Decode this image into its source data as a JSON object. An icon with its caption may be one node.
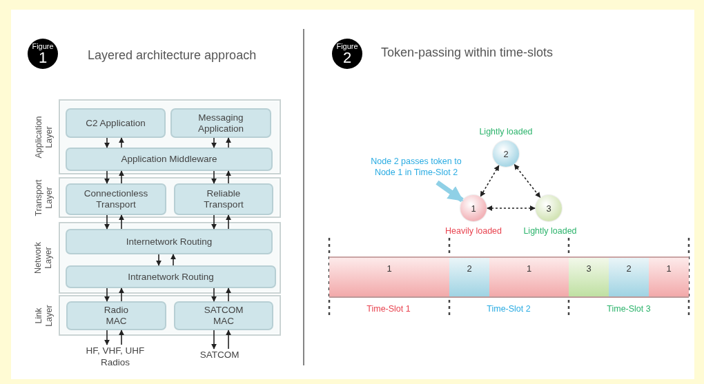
{
  "diagram": {
    "nodes": [
      {
        "text": [
          "Figure",
          "1"
        ],
        "beside": [
          "Layered architecture approach"
        ]
      },
      {
        "text": [
          "Application Layer"
        ]
      },
      {
        "text": [
          "C2 Application"
        ],
        "in": 1
      },
      {
        "text": [
          "Messaging Application"
        ],
        "in": 1
      },
      {
        "text": [
          "Application Middleware"
        ],
        "in": 1
      },
      {
        "text": [
          "Transport Layer"
        ]
      },
      {
        "text": [
          "Connectionless Transport"
        ],
        "in": 5
      },
      {
        "text": [
          "Reliable Transport"
        ],
        "in": 5
      },
      {
        "text": [
          "Network Layer"
        ]
      },
      {
        "text": [
          "Internetwork Routing"
        ],
        "in": 8
      },
      {
        "text": [
          "Intranetwork Routing"
        ],
        "in": 8
      },
      {
        "text": [
          "Link Layer"
        ]
      },
      {
        "text": [
          "Radio MAC"
        ],
        "in": 11
      },
      {
        "text": [
          "SATCOM MAC"
        ],
        "in": 11
      },
      {
        "text": [
          "HF, VHF, UHF Radios"
        ]
      },
      {
        "text": [
          "SATCOM"
        ]
      },
      {
        "text": [
          "Figure",
          "2"
        ],
        "beside": [
          "Token-passing within time-slots"
        ]
      },
      {
        "text": [
          "2"
        ],
        "beside": [
          "Lightly loaded"
        ]
      },
      {
        "text": [
          "Node 2 passes token to Node 1 in Time-Slot 2"
        ]
      },
      {
        "text": [
          "1"
        ],
        "beside": [
          "Heavily loaded"
        ]
      },
      {
        "text": [
          "3"
        ],
        "beside": [
          "Lightly loaded"
        ]
      },
      {
        "text": [
          "1"
        ]
      },
      {
        "text": [
          "2"
        ]
      },
      {
        "text": [
          "1"
        ]
      },
      {
        "text": [
          "3"
        ]
      },
      {
        "text": [
          "2"
        ]
      },
      {
        "text": [
          "1"
        ]
      }
    ],
    "edges": [
      {
        "from": 2,
        "to": 4,
        "arrow": "to"
      },
      {
        "from": 4,
        "to": 2,
        "arrow": "to"
      },
      {
        "from": 3,
        "to": 4,
        "arrow": "to"
      },
      {
        "from": 4,
        "to": 3,
        "arrow": "to"
      },
      {
        "from": 4,
        "to": 6,
        "arrow": "to"
      },
      {
        "from": 6,
        "to": 4,
        "arrow": "to"
      },
      {
        "from": 4,
        "to": 7,
        "arrow": "to"
      },
      {
        "from": 7,
        "to": 4,
        "arrow": "to"
      },
      {
        "from": 6,
        "to": 9,
        "arrow": "to"
      },
      {
        "from": 9,
        "to": 6,
        "arrow": "to"
      },
      {
        "from": 7,
        "to": 9,
        "arrow": "to"
      },
      {
        "from": 9,
        "to": 7,
        "arrow": "to"
      },
      {
        "from": 9,
        "to": 10,
        "arrow": "to"
      },
      {
        "from": 10,
        "to": 9,
        "arrow": "to"
      },
      {
        "from": 10,
        "to": 12,
        "arrow": "to"
      },
      {
        "from": 12,
        "to": 10,
        "arrow": "to"
      },
      {
        "from": 10,
        "to": 13,
        "arrow": "to"
      },
      {
        "from": 13,
        "to": 10,
        "arrow": "to"
      },
      {
        "from": 12,
        "to": 14,
        "arrow": "to"
      },
      {
        "from": 14,
        "to": 12,
        "arrow": "to"
      },
      {
        "from": 13,
        "to": 15,
        "arrow": "to"
      },
      {
        "from": 15,
        "to": 13,
        "arrow": "to"
      },
      {
        "from": 17,
        "to": 19,
        "arrow": "both",
        "style": "dashed"
      },
      {
        "from": 17,
        "to": 20,
        "arrow": "both",
        "style": "dashed"
      },
      {
        "from": 19,
        "to": 20,
        "arrow": "both",
        "style": "dashed"
      },
      {
        "from": 18,
        "to": 19,
        "arrow": "to",
        "style": "thick",
        "color": "#8fd0e6"
      }
    ],
    "labels": [
      "Time-Slot 1",
      "Time-Slot 2",
      "Time-Slot 3"
    ]
  }
}
